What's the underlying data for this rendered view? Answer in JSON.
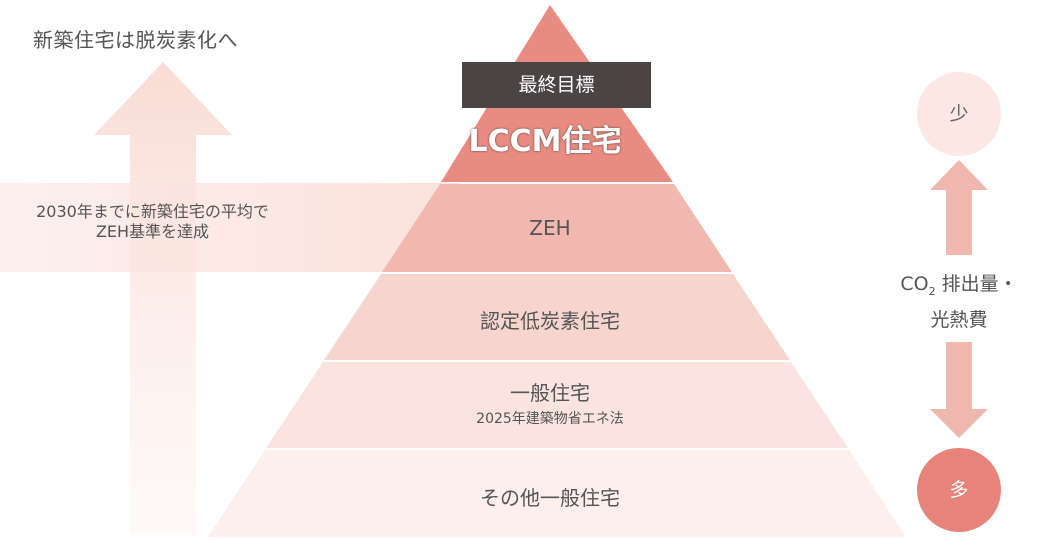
{
  "left_heading": "新築住宅は脱炭素化へ",
  "target_note": [
    "2030年までに新築住宅の平均で",
    "ZEH基準を達成"
  ],
  "pyramid": {
    "goal_badge": "最終目標",
    "levels": [
      {
        "label": "LCCM住宅"
      },
      {
        "label": "ZEH"
      },
      {
        "label": "認定低炭素住宅"
      },
      {
        "label": "一般住宅",
        "sublabel": "2025年建築物省エネ法"
      },
      {
        "label": "その他一般住宅"
      }
    ]
  },
  "scale": {
    "low": "少",
    "high": "多",
    "label_line1": "CO",
    "label_sub": "2",
    "label_line1_rest": " 排出量・",
    "label_line2": "光熱費"
  },
  "colors": {
    "tier1": "#e88b80",
    "tier2": "#f0b8ae",
    "tier3": "#f6d5ce",
    "tier4": "#fbe4df",
    "tier5": "#fdefec",
    "badge": "#4a4444",
    "scale_arrow": "#efb7ad"
  }
}
